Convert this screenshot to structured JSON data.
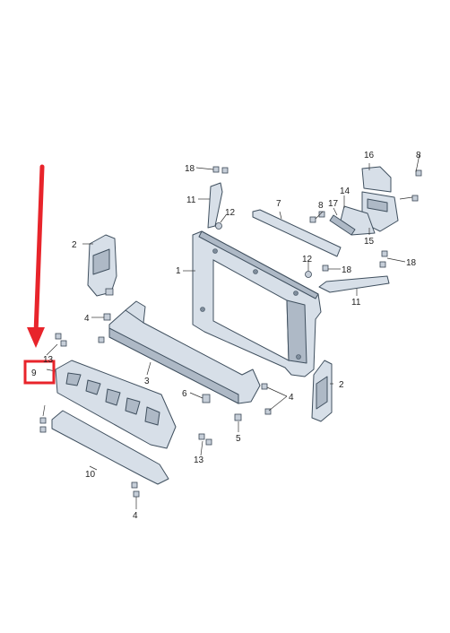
{
  "callouts": {
    "c1": "1",
    "c2a": "2",
    "c2b": "2",
    "c3": "3",
    "c4a": "4",
    "c4b": "4",
    "c4c": "4",
    "c5": "5",
    "c6": "6",
    "c7": "7",
    "c8a": "8",
    "c8b": "8",
    "c9": "9",
    "c10": "10",
    "c11a": "11",
    "c11b": "11",
    "c12a": "12",
    "c12b": "12",
    "c13a": "13",
    "c13b": "13",
    "c14": "14",
    "c15": "15",
    "c16": "16",
    "c17": "17",
    "c18a": "18",
    "c18b": "18",
    "c18c": "18"
  },
  "colors": {
    "highlight": "#e8242b",
    "arrow": "#e8242b",
    "part_fill": "#d7dfe8",
    "part_stroke": "#40505f"
  }
}
